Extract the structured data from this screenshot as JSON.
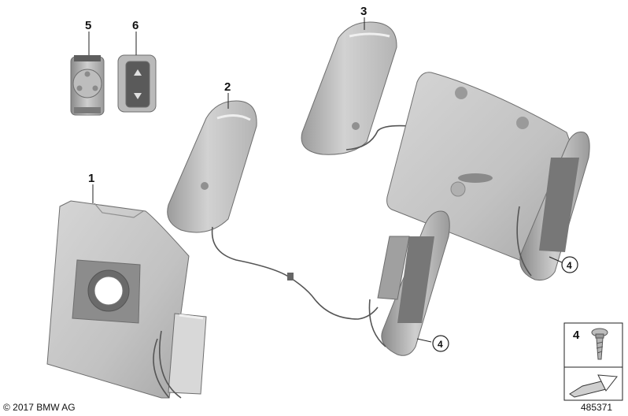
{
  "callouts": {
    "c1": "1",
    "c2": "2",
    "c3": "3",
    "c4a": "4",
    "c4b": "4",
    "c5": "5",
    "c6": "6",
    "c4legend": "4"
  },
  "footer": {
    "copyright": "© 2017 BMW AG",
    "diagram_number": "485371"
  },
  "colors": {
    "part_fill": "#c9c9c9",
    "part_shadow": "#a9a9a9",
    "part_highlight": "#e4e4e4",
    "line": "#222222"
  }
}
